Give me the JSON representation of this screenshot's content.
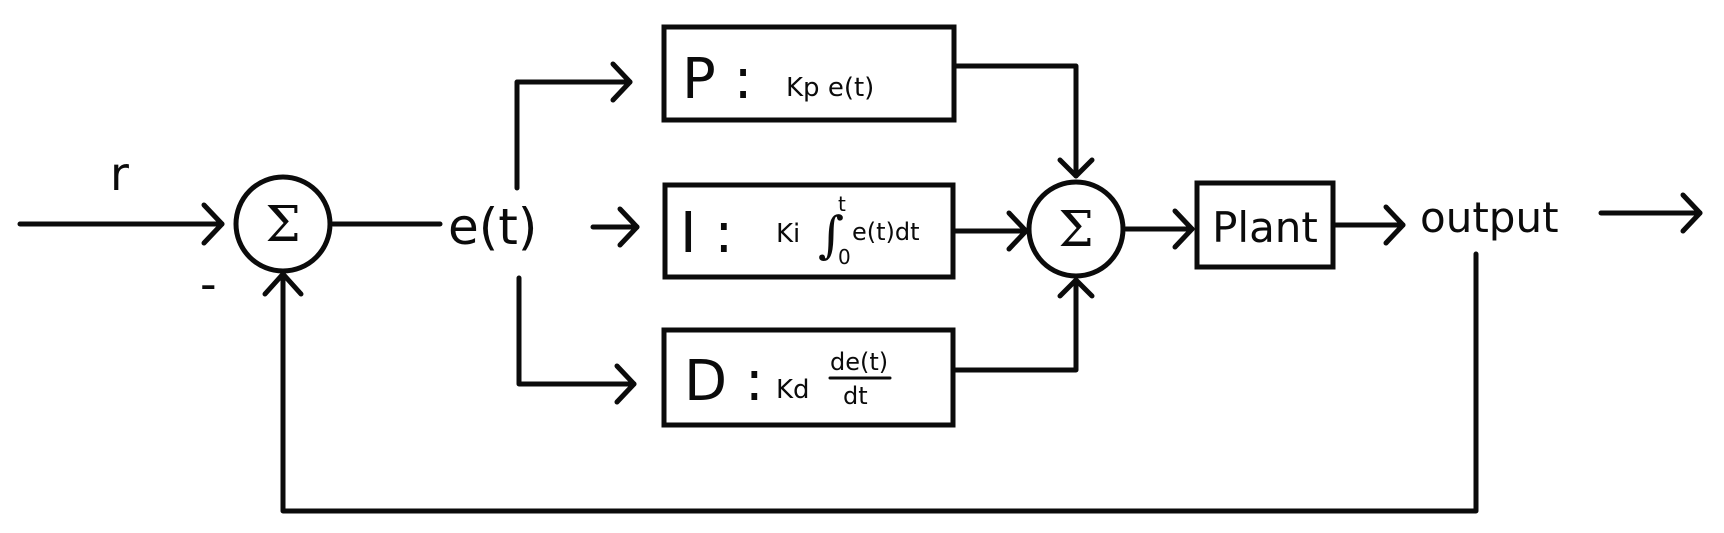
{
  "diagram": {
    "reference_label": "r",
    "minus_sign": "-",
    "sum_symbol": "Σ",
    "error_label": "e(t)",
    "output_label": "output",
    "blocks": {
      "p": {
        "letter": "P :",
        "expr": "Kp e(t)"
      },
      "i": {
        "letter": "I :",
        "expr_coef": "Ki",
        "integral": "∫",
        "upper": "t",
        "lower": "0",
        "integrand": "e(t)dt"
      },
      "d": {
        "letter": "D :",
        "expr_coef": "Kd",
        "numerator": "de(t)",
        "denominator": "dt"
      },
      "plant": "Plant"
    }
  }
}
